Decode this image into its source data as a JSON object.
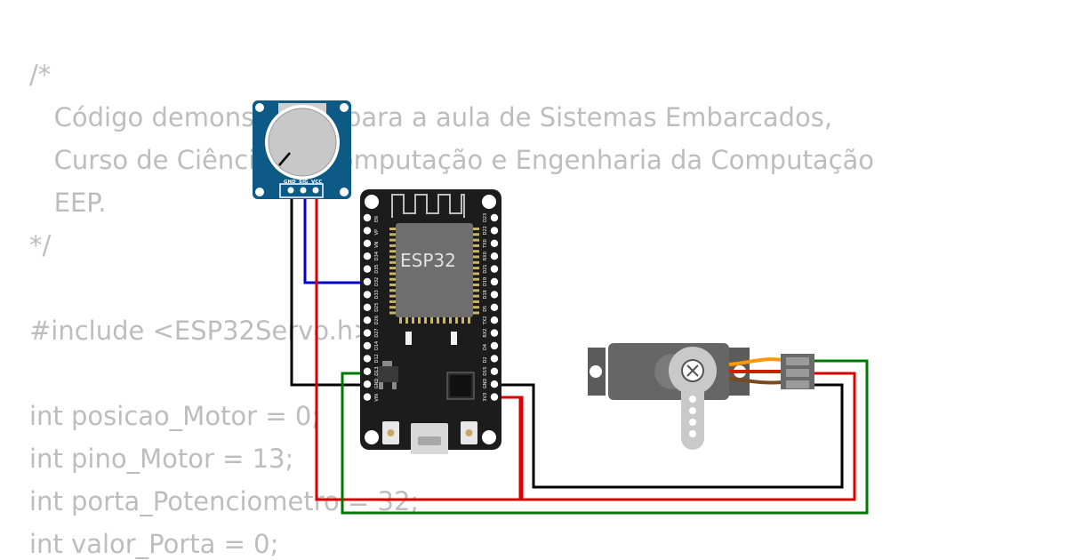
{
  "code": {
    "lines": [
      "/*",
      "   Código demonstração para a aula de Sistemas Embarcados,",
      "   Curso de Ciência da Computação e Engenharia da Computação",
      "   EEP.",
      "*/",
      "",
      "#include <ESP32Servo.h>",
      "",
      "int posicao_Motor = 0;",
      "int pino_Motor = 13;",
      "int porta_Potenciometro = 32;",
      "int valor_Porta = 0;"
    ]
  },
  "esp32": {
    "chip_label": "ESP32",
    "left_pins": [
      "EN",
      "VP",
      "VN",
      "D34",
      "D35",
      "D32",
      "D33",
      "D25",
      "D26",
      "D27",
      "D14",
      "D12",
      "D13",
      "GND",
      "VIN"
    ],
    "right_pins": [
      "D23",
      "D22",
      "TX0",
      "RX0",
      "D21",
      "D19",
      "D18",
      "D5",
      "TX2",
      "RX2",
      "D4",
      "D2",
      "D15",
      "GND",
      "3V3"
    ]
  },
  "potentiometer": {
    "pins": [
      "GND",
      "SIG",
      "VCC"
    ]
  },
  "colors": {
    "wire_gnd": "#000000",
    "wire_sig": "#0000cc",
    "wire_vcc": "#dd0000",
    "wire_servo_sig": "#007700",
    "board": "#1c1c1c",
    "pot_board": "#0d5a86",
    "servo_body": "#5b5b5b",
    "code_text": "#bdbdbd"
  },
  "icons": {
    "servo_horn": "servo-horn-icon",
    "wifi_antenna": "antenna-icon"
  }
}
